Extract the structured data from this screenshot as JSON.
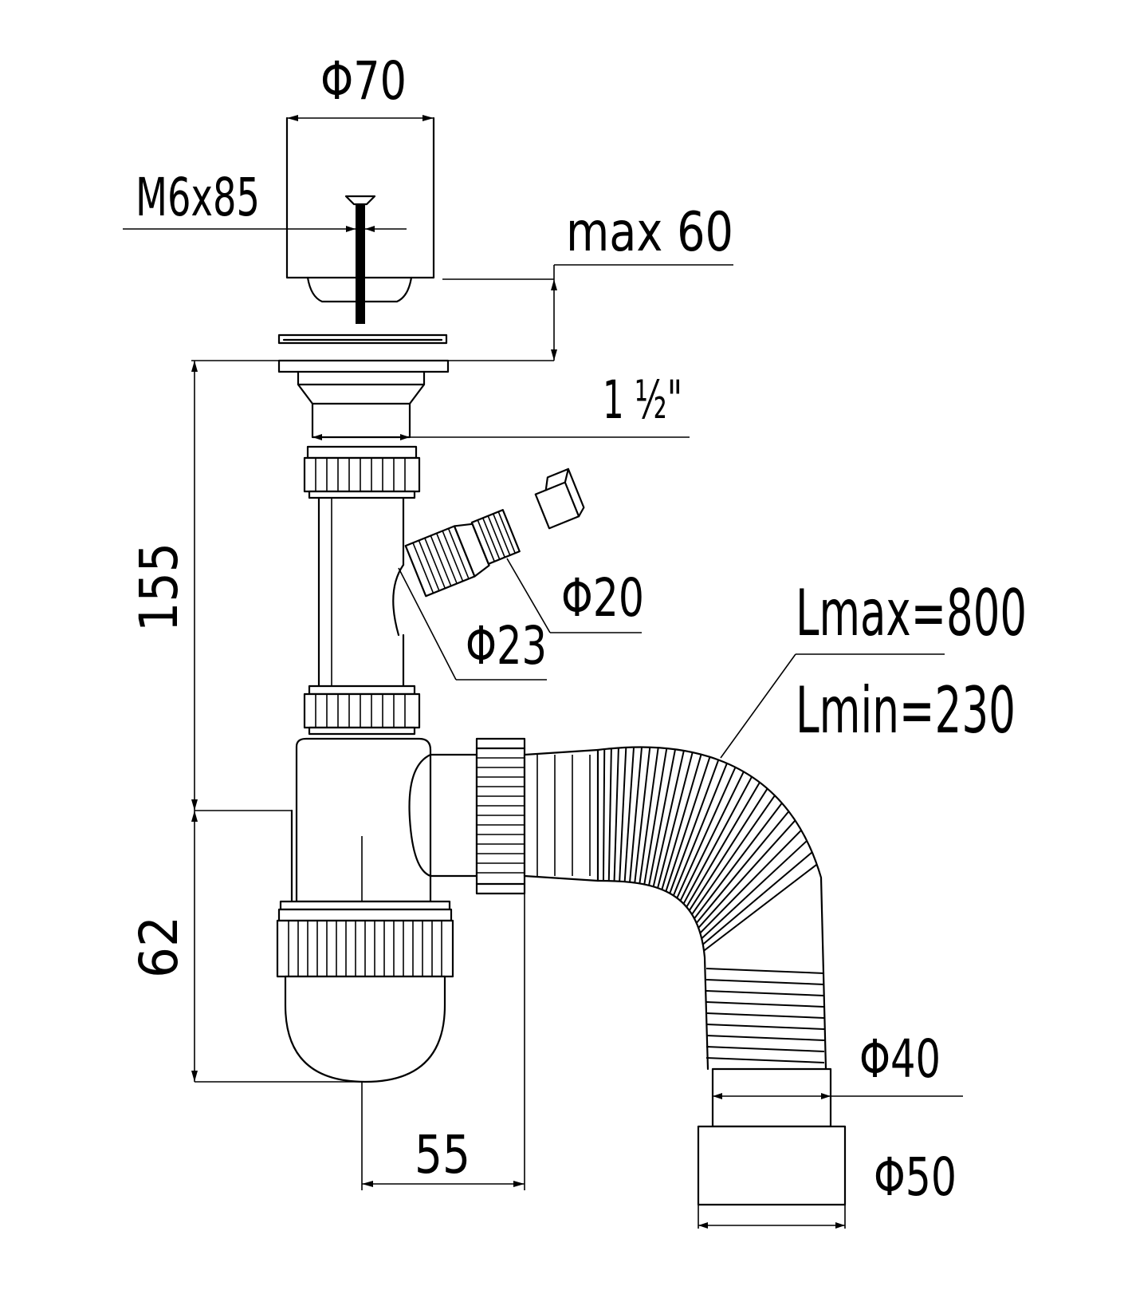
{
  "dimensions": {
    "strainer_diameter": "Φ70",
    "screw": "M6x85",
    "max_thickness": "max 60",
    "thread": "1 ½\"",
    "height_total": "155",
    "height_bottle": "62",
    "offset": "55",
    "side_outer": "Φ23",
    "side_inner": "Φ20",
    "hose_max": "Lmax=800",
    "hose_min": "Lmin=230",
    "outlet_inner": "Φ40",
    "outlet_outer": "Φ50"
  }
}
